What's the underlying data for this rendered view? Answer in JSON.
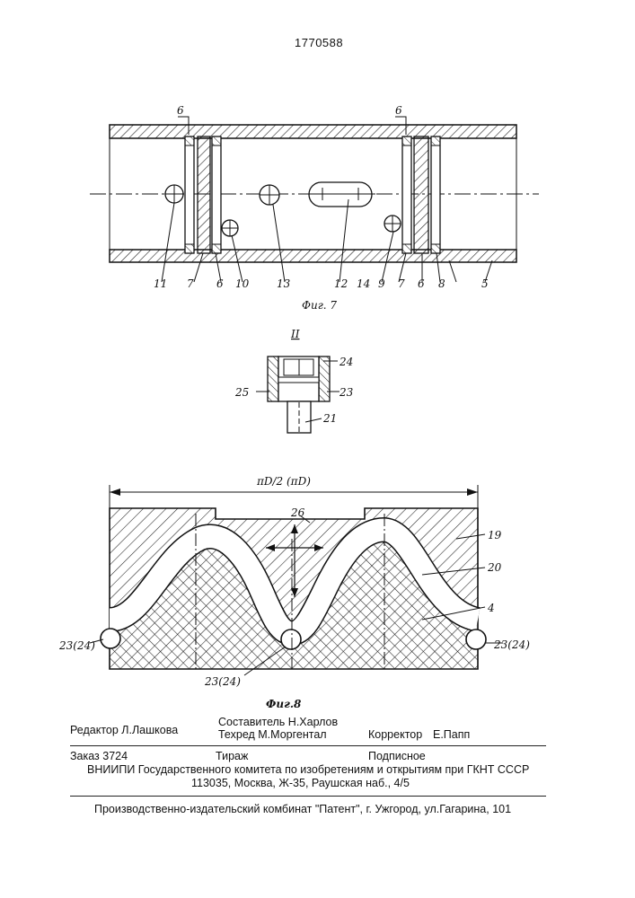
{
  "header": {
    "patent_number": "1770588"
  },
  "fig7": {
    "caption": "Фиг. 7",
    "labels": {
      "n6a": "6",
      "n6b": "6",
      "n11": "11",
      "n7a": "7",
      "n6c": "6",
      "n10": "10",
      "n13": "13",
      "n12": "12",
      "n14": "14",
      "n9": "9",
      "n7b": "7",
      "n6d": "6",
      "n8": "8",
      "n5": "5"
    }
  },
  "detail": {
    "title": "II",
    "labels": {
      "n24": "24",
      "n25": "25",
      "n23": "23",
      "n21": "21"
    }
  },
  "fig8": {
    "dimension": "πD/2 (πD)",
    "caption": "Фиг.8",
    "labels": {
      "n26": "26",
      "n19": "19",
      "n20": "20",
      "n4": "4",
      "n23a": "23(24)",
      "n23b": "23(24)",
      "n23c": "23(24)"
    }
  },
  "imprint": {
    "editor": "Редактор  Л.Лашкова",
    "compiler": "Составитель  Н.Харлов",
    "techred": "Техред М.Моргентал",
    "corrector_label": "Корректор",
    "corrector_name": "Е.Папп",
    "order": "Заказ 3724",
    "circulation": "Тираж",
    "subscription": "Подписное",
    "org": "ВНИИПИ Государственного комитета по изобретениям и открытиям при ГКНТ СССР",
    "address": "113035, Москва, Ж-35, Раушская наб., 4/5",
    "publisher": "Производственно-издательский комбинат \"Патент\", г. Ужгород, ул.Гагарина, 101"
  }
}
